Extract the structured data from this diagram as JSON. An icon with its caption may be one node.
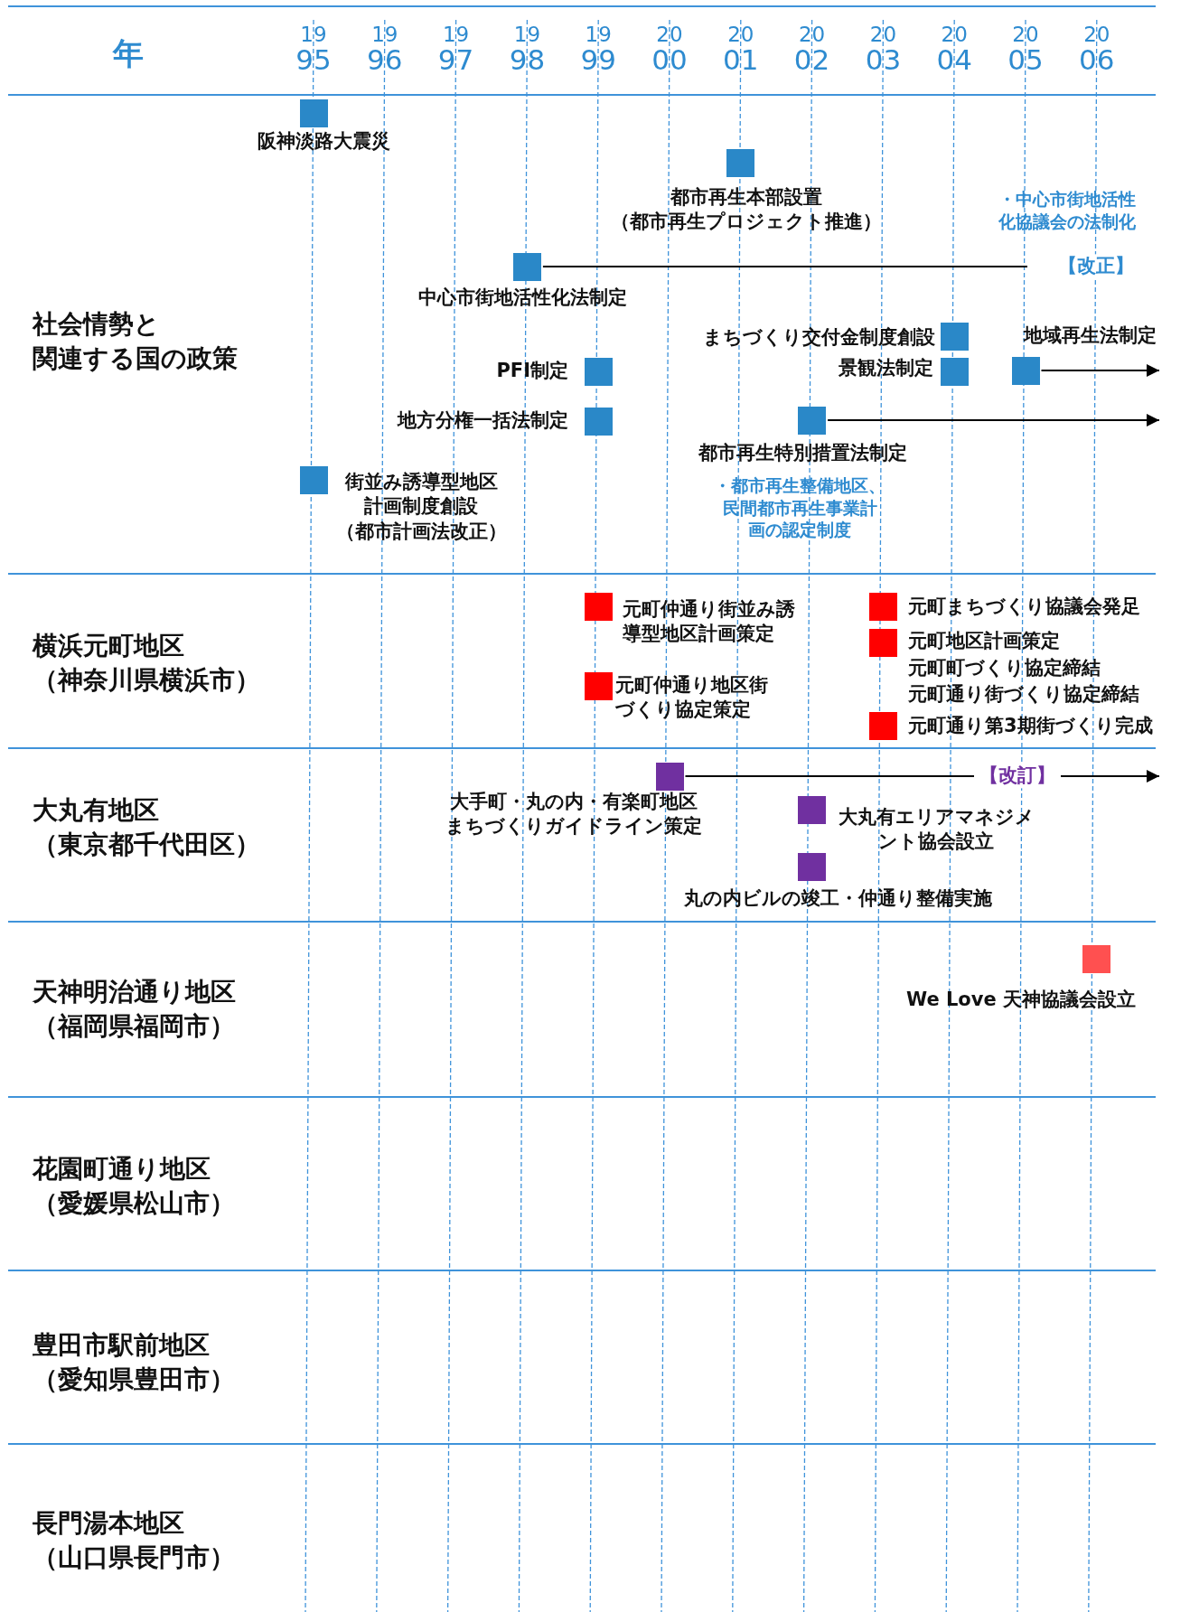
{
  "diagram": {
    "nodes": [
      {
        "text": [],
        "shape": "box",
        "beside": [
          "阪神淡路大震災"
        ]
      },
      {
        "text": [],
        "shape": "box",
        "beside": [
          "都市再生本部設置（都市再生プロジェクト推進）"
        ]
      },
      {
        "text": [],
        "shape": "box",
        "beside": [
          "中心市街地活性化法制定"
        ]
      },
      {
        "text": [],
        "shape": "box",
        "beside": [
          "まちづくり交付金制度創設"
        ]
      },
      {
        "text": [],
        "shape": "box",
        "beside": [
          "地域再生法制定"
        ]
      },
      {
        "text": [],
        "shape": "box",
        "beside": [
          "景観法制定"
        ]
      },
      {
        "text": [],
        "shape": "box",
        "beside": [
          "PFI制定"
        ]
      },
      {
        "text": [],
        "shape": "box",
        "beside": [
          "地方分権一括法制定"
        ]
      },
      {
        "text": [],
        "shape": "box",
        "beside": [
          "都市再生特別措置法制定",
          "・都市再生整備地区、民間都市再生事業計画の認定制度"
        ]
      },
      {
        "text": [],
        "shape": "box",
        "beside": [
          "街並み誘導型地区計画制度創設（都市計画法改正）"
        ]
      },
      {
        "text": [],
        "shape": "box",
        "beside": [
          "元町仲通り街並み誘導型地区計画策定"
        ]
      },
      {
        "text": [],
        "shape": "box",
        "beside": [
          "元町まちづくり協議会発足"
        ]
      },
      {
        "text": [],
        "shape": "box",
        "beside": [
          "元町地区計画策定",
          "元町町づくり協定締結",
          "元町通り街づくり協定締結"
        ]
      },
      {
        "text": [],
        "shape": "box",
        "beside": [
          "元町仲通り地区街づくり協定策定"
        ]
      },
      {
        "text": [],
        "shape": "box",
        "beside": [
          "元町通り第3期街づくり完成"
        ]
      },
      {
        "text": [],
        "shape": "box",
        "beside": [
          "大手町・丸の内・有楽町地区まちづくりガイドライン策定"
        ]
      },
      {
        "text": [],
        "shape": "box",
        "beside": [
          "大丸有エリアマネジメント協会設立"
        ]
      },
      {
        "text": [],
        "shape": "box",
        "beside": [
          "丸の内ビルの竣工・仲通り整備実施"
        ]
      },
      {
        "text": [],
        "shape": "box",
        "beside": [
          "We Love 天神協議会設立"
        ]
      }
    ],
    "edges": [
      {
        "from": 2,
        "to": null,
        "arrow": "none",
        "label": "【改正】"
      },
      {
        "from": 4,
        "to": null,
        "arrow": "to"
      },
      {
        "from": 8,
        "to": null,
        "arrow": "to"
      },
      {
        "from": 15,
        "to": null,
        "arrow": "to",
        "label": "【改訂】"
      }
    ],
    "labels": [
      "年",
      "19 95",
      "19 96",
      "19 97",
      "19 98",
      "19 99",
      "20 00",
      "20 01",
      "20 02",
      "20 03",
      "20 04",
      "20 05",
      "20 06",
      "・中心市街地活性化協議会の法制化",
      "社会情勢と関連する国の政策",
      "横浜元町地区（神奈川県横浜市）",
      "大丸有地区（東京都千代田区）",
      "天神明治通り地区（福岡県福岡市）",
      "花園町通り地区（愛媛県松山市）",
      "豊田市駅前地区（愛知県豊田市）",
      "長門湯本地区（山口県長門市）"
    ]
  }
}
